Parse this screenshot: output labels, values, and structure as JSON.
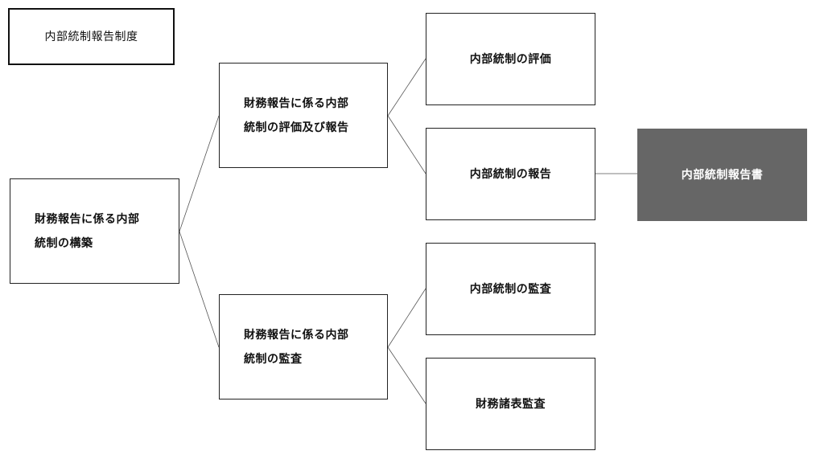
{
  "diagram": {
    "title": "内部統制報告制度",
    "root": "財務報告に係る内部\n統制の構築",
    "branches": {
      "evaluation": "財務報告に係る内部\n統制の評価及び報告",
      "audit": "財務報告に係る内部\n統制の監査"
    },
    "leaves": {
      "ic_evaluation": "内部統制の評価",
      "ic_report": "内部統制の報告",
      "ic_audit": "内部統制の監査",
      "fs_audit": "財務諸表監査"
    },
    "output": "内部統制報告書"
  },
  "colors": {
    "output_fill": "#666666",
    "border": "#222222",
    "connector": "#555555"
  }
}
